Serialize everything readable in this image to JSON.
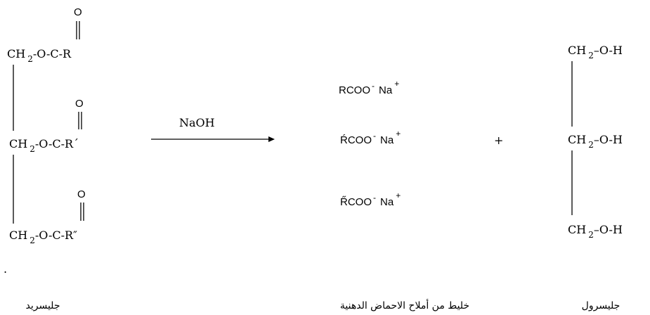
{
  "reactant": {
    "o_top": "O",
    "o_mid": "O",
    "o_bot": "O",
    "group1": "CH",
    "sub1": "2",
    "ester1": "-O-C-R",
    "group2": "CH",
    "sub2": "2",
    "ester2": "-O-C-R´",
    "group3": "CH",
    "sub3": "2",
    "ester3": "-O-C-R″",
    "dot": ".",
    "label": "جليسريد"
  },
  "reaction": {
    "reagent": "NaOH"
  },
  "salts": {
    "items": [
      {
        "acid": "RCOO",
        "charge": "-",
        "cation": "Na",
        "cation_charge": "+"
      },
      {
        "acid": "ŔCOO",
        "charge": "-",
        "cation": "Na",
        "cation_charge": "+"
      },
      {
        "acid": "R̋COO",
        "charge": "-",
        "cation": "Na",
        "cation_charge": "+"
      }
    ],
    "label": "خليط من أملاح الاحماض الدهنية"
  },
  "plus": "+",
  "glycerol": {
    "row1": "CH",
    "sub1": "2",
    "oh1": "–O-H",
    "row2": "CH",
    "sub2": "2",
    "oh2": "–O-H",
    "row3": "CH",
    "sub3": "2",
    "oh3": "–O-H",
    "label": "جليسرول"
  }
}
